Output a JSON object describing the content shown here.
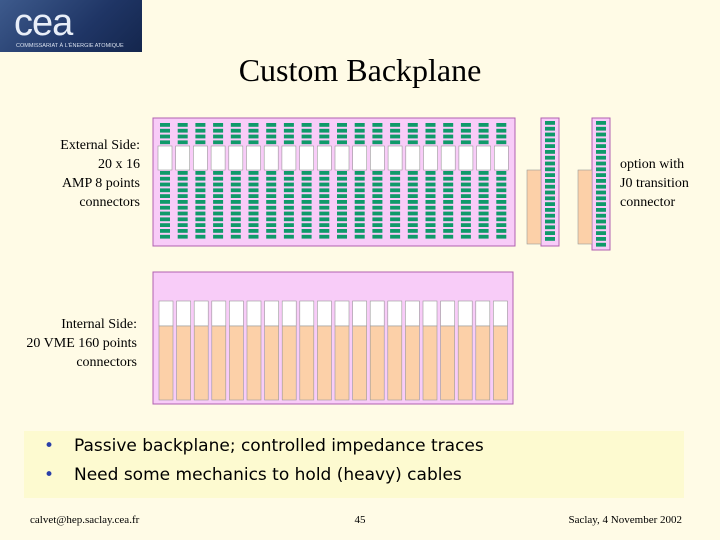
{
  "logo": {
    "mark": "cea",
    "subtitle": "COMMISSARIAT À L'ÉNERGIE ATOMIQUE"
  },
  "title": "Custom Backplane",
  "labels": {
    "external": [
      "External Side:",
      "20 x 16",
      "AMP 8 points",
      "connectors"
    ],
    "internal": [
      "Internal Side:",
      "20 VME 160 points",
      "connectors"
    ],
    "option": [
      "option with",
      "J0 transition",
      "connector"
    ]
  },
  "bullets": [
    "Passive backplane; controlled impedance traces",
    "Need some mechanics to hold (heavy) cables"
  ],
  "footer": {
    "email": "calvet@hep.saclay.cea.fr",
    "page": "45",
    "date": "Saclay, 4 November 2002"
  },
  "colors": {
    "board": "#f8ccf8",
    "board_border": "#b060b0",
    "pin": "#0f9a6a",
    "connector_head": "#ffffff",
    "connector_body": "#fcd0a8",
    "bullet_bg": "#fdfad0"
  },
  "layout_counts": {
    "external_connectors": 20,
    "internal_connectors": 20
  }
}
